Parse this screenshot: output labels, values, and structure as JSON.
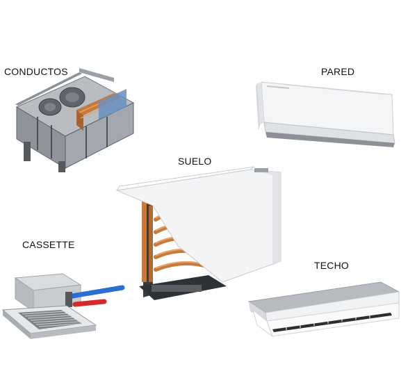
{
  "labels": {
    "conductos": "CONDUCTOS",
    "pared": "PARED",
    "suelo": "SUELO",
    "cassette": "CASSETTE",
    "techo": "TECHO"
  },
  "units": [
    {
      "type": "conductos",
      "icon": "ducted-unit-icon"
    },
    {
      "type": "pared",
      "icon": "wall-split-unit-icon"
    },
    {
      "type": "suelo",
      "icon": "floor-console-unit-icon"
    },
    {
      "type": "cassette",
      "icon": "cassette-unit-icon"
    },
    {
      "type": "techo",
      "icon": "ceiling-unit-icon"
    }
  ],
  "colors": {
    "background": "#ffffff",
    "text": "#111111",
    "pipe_cold": "#2a6fd6",
    "pipe_hot": "#d62a2a",
    "copper": "#c87a3a"
  }
}
